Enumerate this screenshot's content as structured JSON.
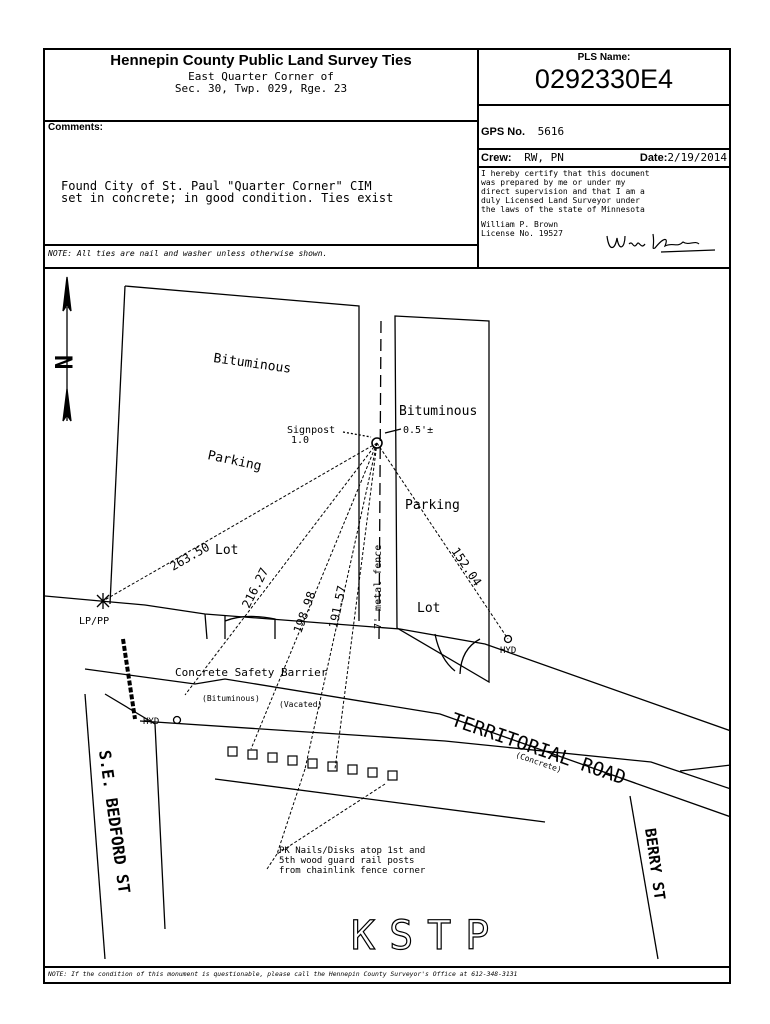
{
  "header": {
    "title": "Hennepin County Public Land Survey Ties",
    "subtitle_1": "East Quarter Corner of",
    "subtitle_2": "Sec. 30, Twp. 029, Rge. 23"
  },
  "pls": {
    "label": "PLS Name:",
    "value": "0292330E4"
  },
  "comments": {
    "label": "Comments:",
    "line_1": "Found City of St. Paul \"Quarter Corner\" CIM",
    "line_2": "set in concrete; in good condition. Ties exist"
  },
  "gps": {
    "label": "GPS No.",
    "value": "5616"
  },
  "crew": {
    "label": "Crew:",
    "value": "RW, PN",
    "date_label": "Date:",
    "date_value": "2/19/2014"
  },
  "certification": {
    "line_1": "I hereby certify that this document",
    "line_2": "was prepared by me or under my",
    "line_3": "direct supervision and that I am a",
    "line_4": "duly Licensed Land Surveyor under",
    "line_5": "the laws of the state of Minnesota",
    "name": "William P. Brown",
    "license": "License No. 19527"
  },
  "note_top": "NOTE: All ties are nail and washer unless otherwise shown.",
  "note_bottom": "NOTE: If the condition of this monument is questionable, please call the Hennepin County Surveyor's Office at 612-348-3131",
  "map": {
    "north": "N",
    "bituminous_1": "Bituminous",
    "parking_1": "Parking",
    "lot_1": "Lot",
    "bituminous_2": "Bituminous",
    "parking_2": "Parking",
    "lot_2": "Lot",
    "signpost": "Signpost",
    "signpost_dist": "1.0",
    "offset": "0.5'±",
    "fence": "7' metal fence",
    "d1": "263.50",
    "d2": "216.27",
    "d3": "198.98",
    "d4": "191.57",
    "d5": "152.04",
    "lp": "LP/PP",
    "hyd_1": "HYD",
    "hyd_2": "HYD",
    "barrier": "Concrete Safety Barrier",
    "bituminous_paren": "(Bituminous)",
    "vacated": "(Vacated)",
    "territorial": "TERRITORIAL ROAD",
    "concrete": "(Concrete)",
    "bedford": "S.E. BEDFORD ST",
    "berry": "BERRY ST",
    "pk_1": "PK Nails/Disks atop 1st and",
    "pk_2": "5th wood guard rail posts",
    "pk_3": "from chainlink fence corner",
    "kstp": "KSTP"
  }
}
